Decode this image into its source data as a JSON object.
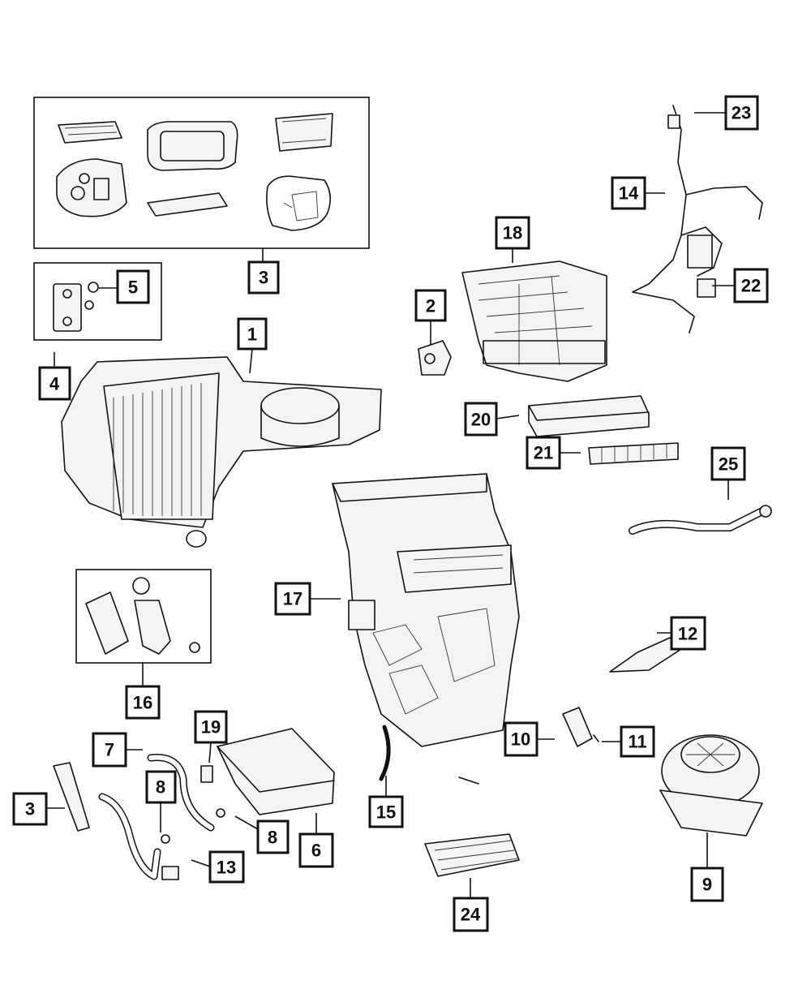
{
  "callouts": [
    {
      "id": "c1",
      "label": "1"
    },
    {
      "id": "c2",
      "label": "2"
    },
    {
      "id": "c3a",
      "label": "3"
    },
    {
      "id": "c3b",
      "label": "3"
    },
    {
      "id": "c4",
      "label": "4"
    },
    {
      "id": "c5",
      "label": "5"
    },
    {
      "id": "c6",
      "label": "6"
    },
    {
      "id": "c7",
      "label": "7"
    },
    {
      "id": "c8a",
      "label": "8"
    },
    {
      "id": "c8b",
      "label": "8"
    },
    {
      "id": "c9",
      "label": "9"
    },
    {
      "id": "c10",
      "label": "10"
    },
    {
      "id": "c11",
      "label": "11"
    },
    {
      "id": "c12",
      "label": "12"
    },
    {
      "id": "c13",
      "label": "13"
    },
    {
      "id": "c14",
      "label": "14"
    },
    {
      "id": "c15",
      "label": "15"
    },
    {
      "id": "c16",
      "label": "16"
    },
    {
      "id": "c17",
      "label": "17"
    },
    {
      "id": "c18",
      "label": "18"
    },
    {
      "id": "c19",
      "label": "19"
    },
    {
      "id": "c20",
      "label": "20"
    },
    {
      "id": "c21",
      "label": "21"
    },
    {
      "id": "c22",
      "label": "22"
    },
    {
      "id": "c23",
      "label": "23"
    },
    {
      "id": "c24",
      "label": "24"
    },
    {
      "id": "c25",
      "label": "25"
    }
  ]
}
